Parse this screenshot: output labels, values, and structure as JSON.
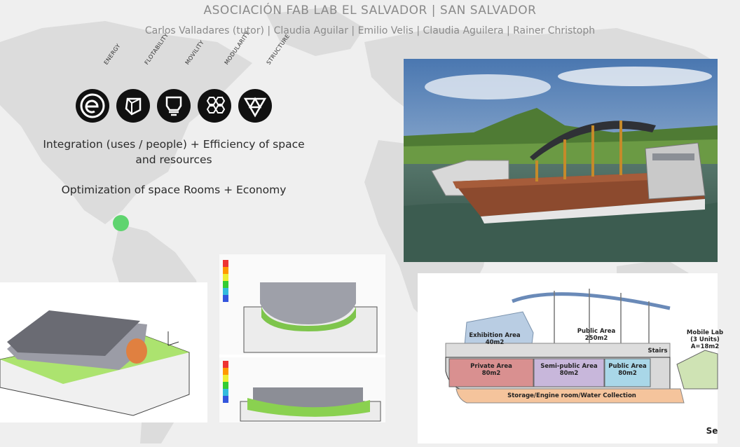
{
  "header": {
    "title": "ASOCIACIÓN FAB LAB EL SALVADOR | SAN SALVADOR",
    "authors": "Carlos Valladares (tutor) | Claudia Aguilar | Emilio Velis | Claudia Aguilera | Rainer Christoph"
  },
  "concepts": [
    {
      "label": "ENERGY",
      "icon": "energy-icon"
    },
    {
      "label": "FLOTABILITY",
      "icon": "hull-icon"
    },
    {
      "label": "MOVILITY",
      "icon": "mobility-icon"
    },
    {
      "label": "MODULARITY",
      "icon": "hexagon-cluster-icon"
    },
    {
      "label": "STRUCTURE",
      "icon": "triangle-structure-icon"
    }
  ],
  "text": {
    "line1": "Integration (uses / people) + Efficiency of space and resources",
    "line2": "Optimization of space Rooms + Economy"
  },
  "colors": {
    "location_dot": "#5fd46f",
    "private": "#d99090",
    "semipublic": "#c8b7db",
    "public": "#a9d7e8",
    "storage": "#f5c49c",
    "mobile": "#cfe3b4"
  },
  "section": {
    "exhibition": "Exhibition Area\n40m2",
    "public_upper": "Public Area\n250m2",
    "stairs": "Stairs",
    "mobile_lab": "Mobile Lab\n(3 Units)\nA=18m2",
    "private": "Private Area\n80m2",
    "semipublic": "Semi-public Area\n80m2",
    "public_lower": "Public Area\n80m2",
    "storage": "Storage/Engine room/Water Collection",
    "cut_text": "Se"
  }
}
